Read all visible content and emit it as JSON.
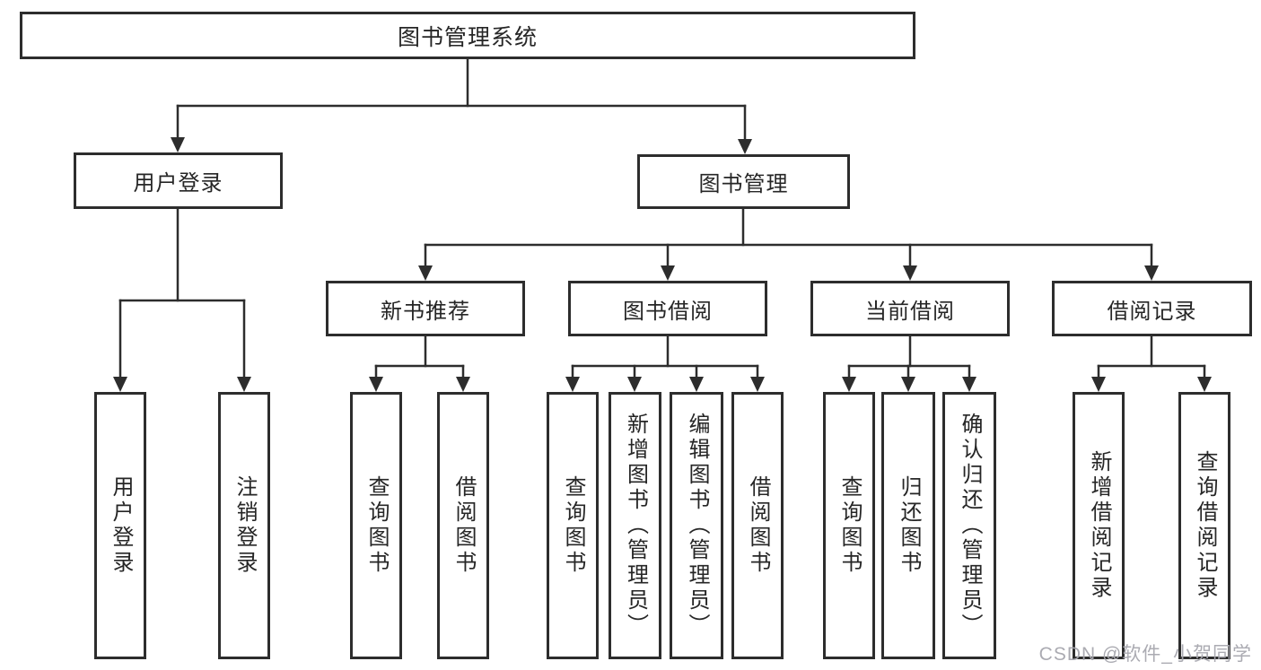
{
  "colors": {
    "line": "#2d2d2d",
    "box_border": "#2d2d2d",
    "text": "#262626",
    "background": "#ffffff",
    "watermark": "#a7a7ae"
  },
  "tree": {
    "label": "图书管理系统",
    "children": [
      {
        "label": "用户登录",
        "children": [
          {
            "label": "用户登录"
          },
          {
            "label": "注销登录"
          }
        ]
      },
      {
        "label": "图书管理",
        "children": [
          {
            "label": "新书推荐",
            "children": [
              {
                "label": "查询图书"
              },
              {
                "label": "借阅图书"
              }
            ]
          },
          {
            "label": "图书借阅",
            "children": [
              {
                "label": "查询图书"
              },
              {
                "label": "新增图书（管理员）"
              },
              {
                "label": "编辑图书（管理员）"
              },
              {
                "label": "借阅图书"
              }
            ]
          },
          {
            "label": "当前借阅",
            "children": [
              {
                "label": "查询图书"
              },
              {
                "label": "归还图书"
              },
              {
                "label": "确认归还（管理员）"
              }
            ]
          },
          {
            "label": "借阅记录",
            "children": [
              {
                "label": "新增借阅记录"
              },
              {
                "label": "查询借阅记录"
              }
            ]
          }
        ]
      }
    ]
  },
  "watermark": "CSDN @软件_小贺同学"
}
